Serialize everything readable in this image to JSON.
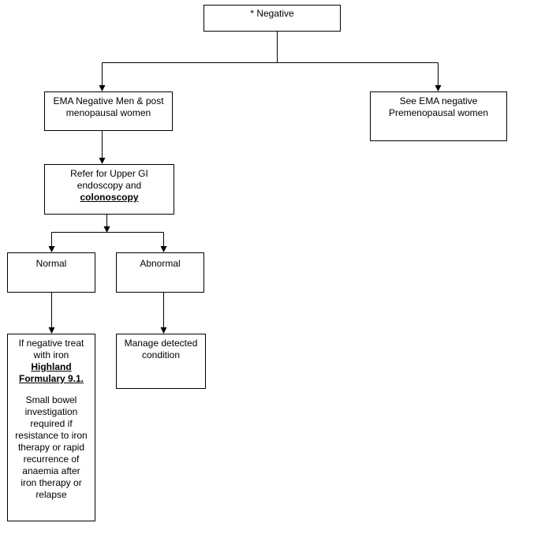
{
  "flowchart": {
    "negative": "* Negative",
    "ema_men": [
      "EMA Negative Men & post",
      "menopausal women"
    ],
    "ema_premenopausal": [
      "See EMA negative",
      "Premenopausal women"
    ],
    "refer": {
      "line1": "Refer for Upper GI",
      "line2": "endoscopy and",
      "link": "colonoscopy"
    },
    "normal": "Normal",
    "abnormal": "Abnormal",
    "iron": {
      "line1": "If negative treat",
      "line2": "with iron",
      "link_line1": "Highland",
      "link_line2": "Formulary 9.1.",
      "note": [
        "Small bowel",
        "investigation",
        "required if",
        "resistance to iron",
        "therapy or rapid",
        "recurrence of",
        "anaemia after",
        "iron therapy or",
        "relapse"
      ]
    },
    "manage": [
      "Manage detected",
      "condition"
    ]
  }
}
